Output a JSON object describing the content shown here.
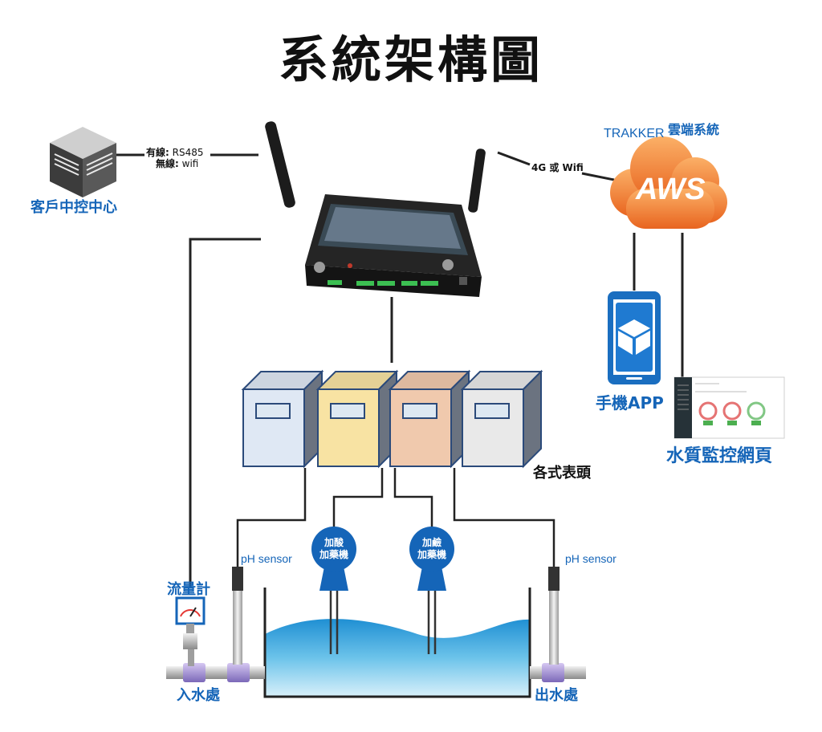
{
  "title": "系統架構圖",
  "client": {
    "label": "客戶中控中心",
    "wired_label": "有線:",
    "wired_value": "RS485",
    "wireless_label": "無線:",
    "wireless_value": "wifi"
  },
  "cloud": {
    "trakker": "TRAKKER",
    "system": "雲端系統",
    "aws": "AWS",
    "link_label": "4G 或 Wifi"
  },
  "mobile_app": "手機APP",
  "web_monitor": "水質監控網頁",
  "meters_label": "各式表頭",
  "meter_colors": [
    "#dfe8f4",
    "#f8e3a3",
    "#f0c9ad",
    "#e9e9e9"
  ],
  "pumps": [
    {
      "line1": "加酸",
      "line2": "加藥機"
    },
    {
      "line1": "加鹼",
      "line2": "加藥機"
    }
  ],
  "sensor_left": "pH sensor",
  "sensor_right": "pH sensor",
  "flow_meter": "流量計",
  "inlet": "入水處",
  "outlet": "出水處",
  "colors": {
    "accent_blue": "#1565b8",
    "aws_orange": "#ee7a2a",
    "water": "#3aa7dc",
    "device": "#1e1e1e"
  }
}
